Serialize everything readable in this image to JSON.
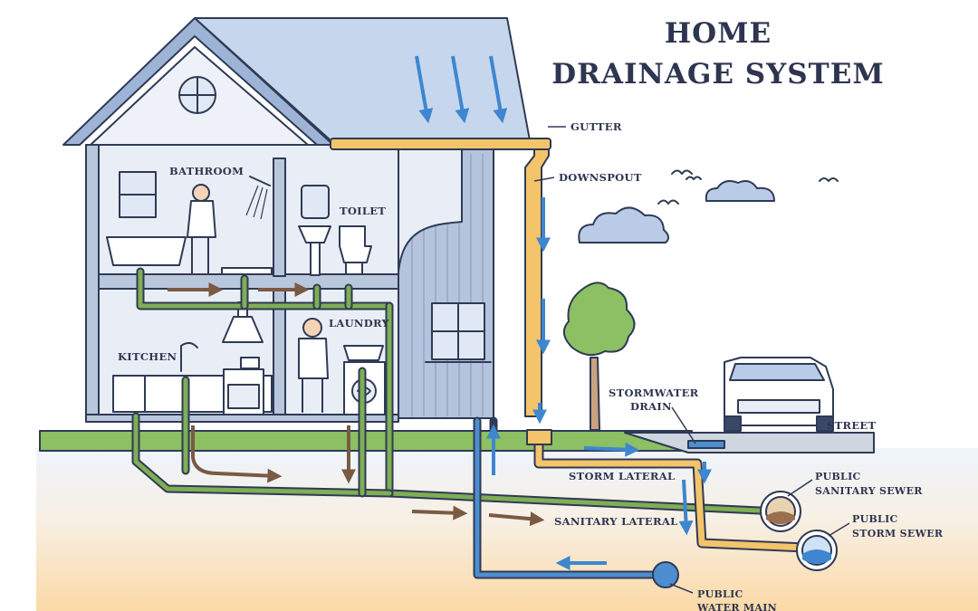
{
  "title": {
    "line1": "HOME",
    "line2": "DRAINAGE SYSTEM"
  },
  "labels": {
    "gutter": "GUTTER",
    "downspout": "DOWNSPOUT",
    "bathroom": "BATHROOM",
    "toilet": "TOILET",
    "laundry": "LAUNDRY",
    "kitchen": "KITCHEN",
    "stormwater_drain_1": "STORMWATER",
    "stormwater_drain_2": "DRAIN",
    "street": "STREET",
    "storm_lateral": "STORM LATERAL",
    "sanitary_lateral": "SANITARY LATERAL",
    "public_sanitary_sewer_1": "PUBLIC",
    "public_sanitary_sewer_2": "SANITARY SEWER",
    "public_storm_sewer_1": "PUBLIC",
    "public_storm_sewer_2": "STORM SEWER",
    "public_water_main_1": "PUBLIC",
    "public_water_main_2": "WATER MAIN"
  },
  "colors": {
    "wall": "#e9eef6",
    "roof": "#b9cbe6",
    "outline": "#2f3a55",
    "sanitary_pipe": "#7fae55",
    "storm_pipe": "#f4c46a",
    "water_pipe": "#4d8ed0",
    "flow_arrow_sanitary": "#7a5a43",
    "flow_arrow_storm": "#3e86cf",
    "grass": "#8dbf63",
    "soil": "#fbe3bf"
  }
}
